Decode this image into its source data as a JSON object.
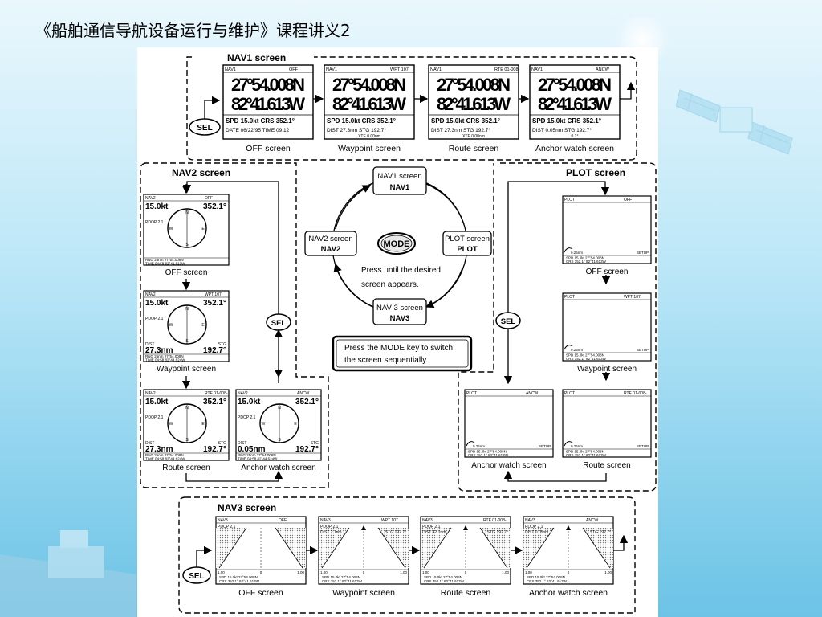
{
  "title": "《船舶通信导航设备运行与维护》课程讲义2",
  "diagram": {
    "nav1": {
      "heading": "NAV1 screen",
      "sel": "SEL",
      "screens": [
        {
          "caption": "OFF screen",
          "hdr_left": "NAV1",
          "hdr_right": "OFF",
          "lat": "27°54.008N",
          "lon": "82°41.613W",
          "line1": "SPD 15.0kt CRS 352.1°",
          "line2": "DATE 06/22/95 TIME 09:12"
        },
        {
          "caption": "Waypoint screen",
          "hdr_left": "NAV1",
          "hdr_right": "WPT 107",
          "lat": "27°54.008N",
          "lon": "82°41.613W",
          "line1": "SPD 15.0kt CRS 352.1°",
          "line2": "DIST 27.3nm STG 192.7°",
          "line3": "XTE 0.00nm"
        },
        {
          "caption": "Route screen",
          "hdr_left": "NAV1",
          "hdr_right": "RTE 01-008-",
          "lat": "27°54.008N",
          "lon": "82°41.613W",
          "line1": "SPD 15.0kt CRS 352.1°",
          "line2": "DIST 27.3nm STG 192.7°",
          "line3": "XTE 0.00nm"
        },
        {
          "caption": "Anchor watch screen",
          "hdr_left": "NAV1",
          "hdr_right": "ANCW",
          "lat": "27°54.008N",
          "lon": "82°41.613W",
          "line1": "SPD 15.0kt CRS 352.1°",
          "line2": "DIST 0.05nm STG 192.7°",
          "line3": "0.1°"
        }
      ]
    },
    "nav2": {
      "heading": "NAV2 screen",
      "screens": [
        {
          "caption": "OFF screen",
          "hdr_left": "NAV2",
          "hdr_right": "OFF",
          "spd": "15.0kt",
          "crs": "352.1°",
          "pdop": "PDOP 2.1",
          "rng": "RNG 25nm 27°54.008N",
          "time": "TIME 04:58 82°41.613W"
        },
        {
          "caption": "Waypoint screen",
          "hdr_left": "NAV2",
          "hdr_right": "WPT 107",
          "spd": "15.0kt",
          "crs": "352.1°",
          "pdop": "PDOP 2.1",
          "dist": "27.3nm",
          "stg": "192.7°",
          "rng": "RNG 25nm 27°54.008N",
          "time": "TIME 04:58 82°44.624W"
        },
        {
          "caption": "Route screen",
          "hdr_left": "NAV2",
          "hdr_right": "RTE 01-008-",
          "spd": "15.0kt",
          "crs": "352.1°",
          "pdop": "PDOP 2.1",
          "dist": "27.3nm",
          "stg": "192.7°",
          "rng": "RNG 25nm 27°54.008N",
          "time": "TIME 04:58 82°44.624W"
        },
        {
          "caption": "Anchor watch screen",
          "hdr_left": "NAV2",
          "hdr_right": "ANCW",
          "spd": "15.0kt",
          "crs": "352.1°",
          "pdop": "PDOP 2.1",
          "dist": "0.05nm",
          "stg": "192.7°",
          "rng": "RNG 25nm 27°54.008N",
          "time": "TIME 04:58 82°44.624W"
        }
      ]
    },
    "mode_cycle": {
      "nav1_line1": "NAV1 screen",
      "nav1_line2": "NAV1",
      "nav2_line1": "NAV2 screen",
      "nav2_line2": "NAV2",
      "plot_line1": "PLOT screen",
      "plot_line2": "PLOT",
      "nav3_line1": "NAV 3 screen",
      "nav3_line2": "NAV3",
      "mode_key": "MODE",
      "press_line1": "Press until the desired",
      "press_line2": "screen appears.",
      "note_line1": "Press the MODE key to switch",
      "note_line2": "the screen sequentially."
    },
    "sel_left": "SEL",
    "sel_right": "SEL",
    "plot": {
      "heading": "PLOT screen",
      "screens": [
        {
          "caption": "OFF screen",
          "hdr_left": "PLOT",
          "hdr_right": "OFF",
          "scale": "0.25nm",
          "setup": "SETUP",
          "l1": "SPD 15.0kt 27°54.008N",
          "l2": "CRS 352.1° 82°41.613W"
        },
        {
          "caption": "Waypoint screen",
          "hdr_left": "PLOT",
          "hdr_right": "WPT 107",
          "scale": "0.25nm",
          "setup": "SETUP",
          "l1": "SPD 15.0kt 27°54.008N",
          "l2": "CRS 352.1° 82°41.613W"
        },
        {
          "caption": "Anchor watch screen",
          "hdr_left": "PLOT",
          "hdr_right": "ANCW",
          "scale": "0.25nm",
          "setup": "SETUP",
          "l1": "SPD 15.0kt 27°54.008N",
          "l2": "CRS 352.1° 82°41.613W"
        },
        {
          "caption": "Route screen",
          "hdr_left": "PLOT",
          "hdr_right": "RTE 01-008-",
          "scale": "0.25nm",
          "setup": "SETUP",
          "l1": "SPD 15.0kt 27°54.008N",
          "l2": "CRS 352.1° 82°41.613W"
        }
      ]
    },
    "nav3": {
      "heading": "NAV3 screen",
      "sel": "SEL",
      "scale_left": "1.00",
      "scale_mid": "0",
      "scale_right": "1.00",
      "screens": [
        {
          "caption": "OFF screen",
          "hdr_left": "NAV3",
          "hdr_right": "OFF",
          "pdop": "PDOP 2.1",
          "dist": "",
          "stg": "",
          "l1": "SPD 15.0kt 27°54.008N",
          "l2": "CRS 352.1° 82°41.613W"
        },
        {
          "caption": "Waypoint screen",
          "hdr_left": "NAV3",
          "hdr_right": "WPT 107",
          "pdop": "PDOP 2.1",
          "dist": "DIST 2.1nm",
          "stg": "STG 192.7°",
          "l1": "SPD 15.0kt 27°54.008N",
          "l2": "CRS 352.1° 82°41.613W"
        },
        {
          "caption": "Route screen",
          "hdr_left": "NAV3",
          "hdr_right": "RTE 01-008-",
          "pdop": "PDOP 2.1",
          "dist": "DIST 42.1nm",
          "stg": "STG 192.7°",
          "l1": "SPD 15.0kt 27°54.008N",
          "l2": "CRS 352.1° 82°41.613W"
        },
        {
          "caption": "Anchor watch screen",
          "hdr_left": "NAV3",
          "hdr_right": "ANCW",
          "pdop": "PDOP 2.1",
          "dist": "DIST 0.05nm",
          "stg": "STG 192.7°",
          "l1": "SPD 15.0kt 27°54.008N",
          "l2": "CRS 352.1° 82°41.613W"
        }
      ]
    }
  }
}
